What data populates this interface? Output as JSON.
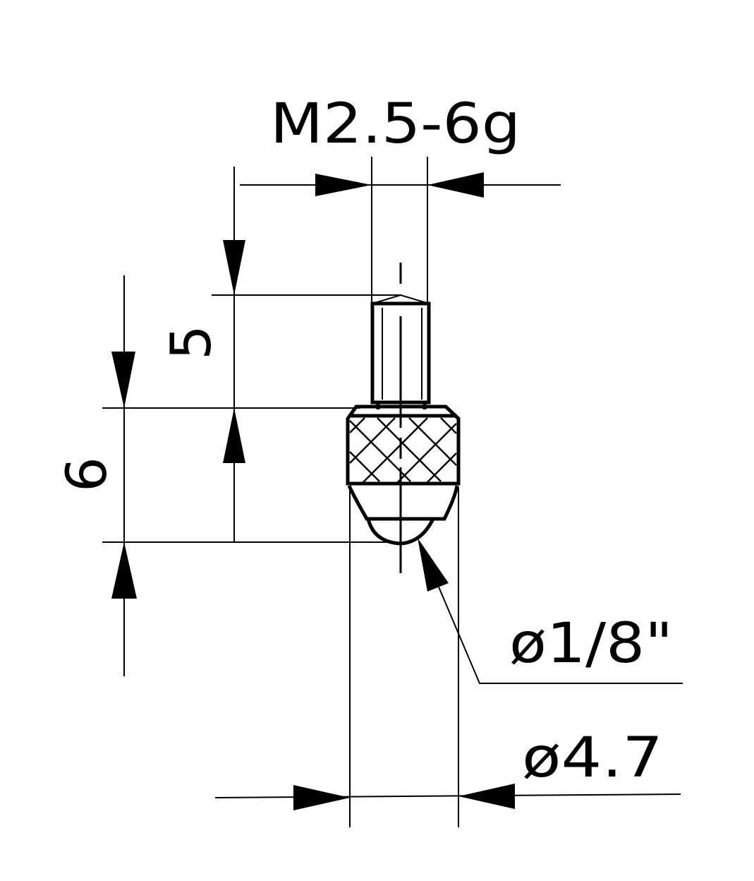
{
  "drawing": {
    "type": "technical-drawing",
    "subject": "probe contact point with knurled head and ball tip",
    "colors": {
      "line": "#000000",
      "background": "#ffffff"
    }
  },
  "dimensions": {
    "thread": {
      "label": "M2.5-6g"
    },
    "thread_length": {
      "label": "5"
    },
    "head_height": {
      "label": "6"
    },
    "ball_diameter": {
      "label": "ø1/8\""
    },
    "head_diameter": {
      "label": "ø4.7"
    }
  }
}
